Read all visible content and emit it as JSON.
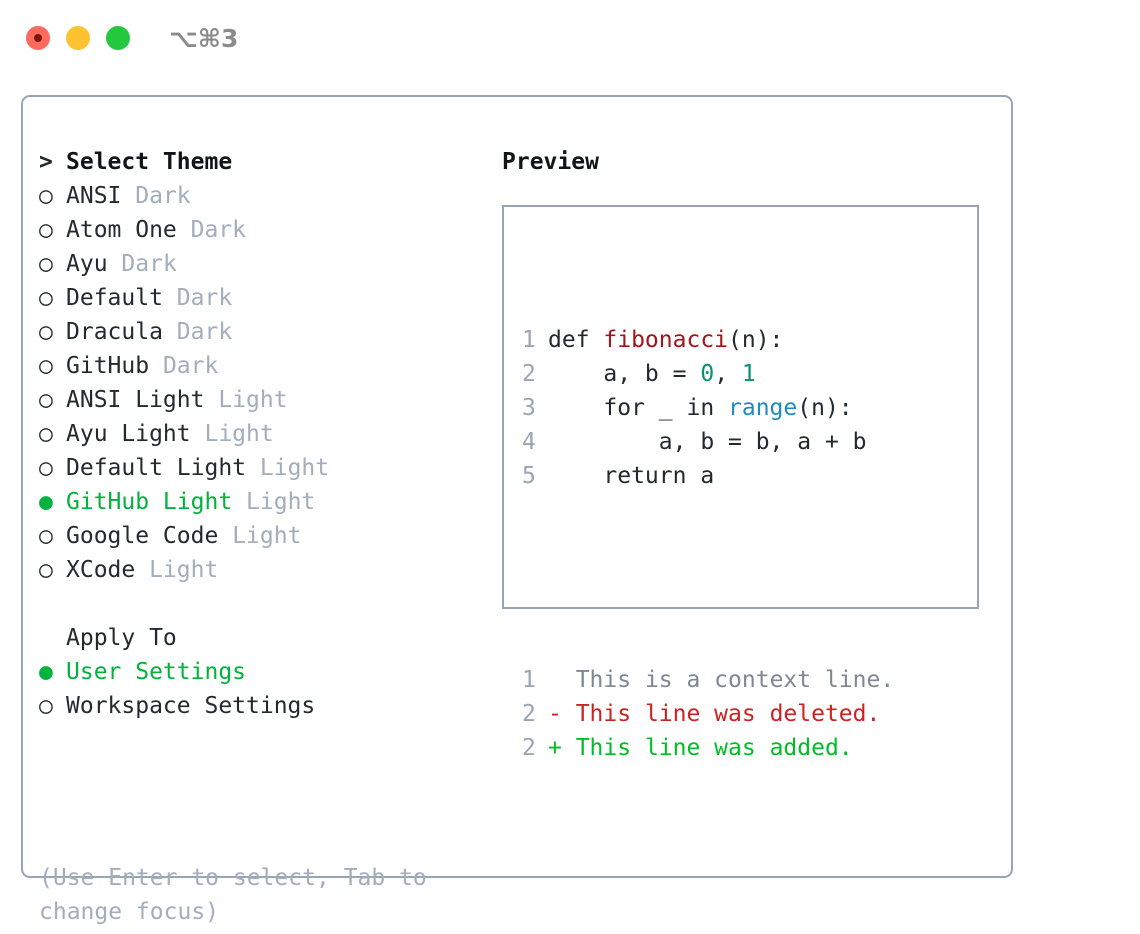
{
  "window": {
    "shortcut": "⌥⌘3",
    "traffic_lights": [
      {
        "name": "close",
        "color": "#ff6a5e"
      },
      {
        "name": "minimize",
        "color": "#ffc230"
      },
      {
        "name": "maximize",
        "color": "#24c83f"
      }
    ]
  },
  "theme_picker": {
    "heading_marker": ">",
    "heading": "Select Theme",
    "marker_unselected": "○",
    "marker_selected": "●",
    "items": [
      {
        "name": "ANSI",
        "variant": "Dark",
        "selected": false
      },
      {
        "name": "Atom One",
        "variant": "Dark",
        "selected": false
      },
      {
        "name": "Ayu",
        "variant": "Dark",
        "selected": false
      },
      {
        "name": "Default",
        "variant": "Dark",
        "selected": false
      },
      {
        "name": "Dracula",
        "variant": "Dark",
        "selected": false
      },
      {
        "name": "GitHub",
        "variant": "Dark",
        "selected": false
      },
      {
        "name": "ANSI Light",
        "variant": "Light",
        "selected": false
      },
      {
        "name": "Ayu Light",
        "variant": "Light",
        "selected": false
      },
      {
        "name": "Default Light",
        "variant": "Light",
        "selected": false
      },
      {
        "name": "GitHub Light",
        "variant": "Light",
        "selected": true
      },
      {
        "name": "Google Code",
        "variant": "Light",
        "selected": false
      },
      {
        "name": "XCode",
        "variant": "Light",
        "selected": false
      }
    ]
  },
  "apply_to": {
    "heading": "Apply To",
    "items": [
      {
        "name": "User Settings",
        "selected": true
      },
      {
        "name": "Workspace Settings",
        "selected": false
      }
    ]
  },
  "hint": "(Use Enter to select, Tab to change focus)",
  "preview": {
    "title": "Preview",
    "code_lines": [
      {
        "number": "1",
        "tokens": [
          {
            "text": "def ",
            "kind": "plain"
          },
          {
            "text": "fibonacci",
            "kind": "func"
          },
          {
            "text": "(n):",
            "kind": "plain"
          }
        ]
      },
      {
        "number": "2",
        "tokens": [
          {
            "text": "    a, b = ",
            "kind": "plain"
          },
          {
            "text": "0",
            "kind": "num"
          },
          {
            "text": ", ",
            "kind": "plain"
          },
          {
            "text": "1",
            "kind": "num"
          }
        ]
      },
      {
        "number": "3",
        "tokens": [
          {
            "text": "    for _ in ",
            "kind": "plain"
          },
          {
            "text": "range",
            "kind": "call"
          },
          {
            "text": "(n):",
            "kind": "plain"
          }
        ]
      },
      {
        "number": "4",
        "tokens": [
          {
            "text": "        a, b = b, a + b",
            "kind": "plain"
          }
        ]
      },
      {
        "number": "5",
        "tokens": [
          {
            "text": "    return a",
            "kind": "plain"
          }
        ]
      }
    ],
    "diff_lines": [
      {
        "number": "1",
        "sign": " ",
        "text": "This is a context line.",
        "kind": "context"
      },
      {
        "number": "2",
        "sign": "-",
        "text": "This line was deleted.",
        "kind": "deleted"
      },
      {
        "number": "2",
        "sign": "+",
        "text": "This line was added.",
        "kind": "added"
      }
    ]
  },
  "colors": {
    "selection_green": "#00b33c",
    "variant_gray": "#a3adbb",
    "border": "#9aa5b4",
    "syntax_function": "#a3141b",
    "syntax_number": "#0a8f74",
    "syntax_call": "#1f8ac0",
    "diff_deleted": "#cc2222",
    "diff_added": "#00be25",
    "diff_context": "#7f8790"
  }
}
